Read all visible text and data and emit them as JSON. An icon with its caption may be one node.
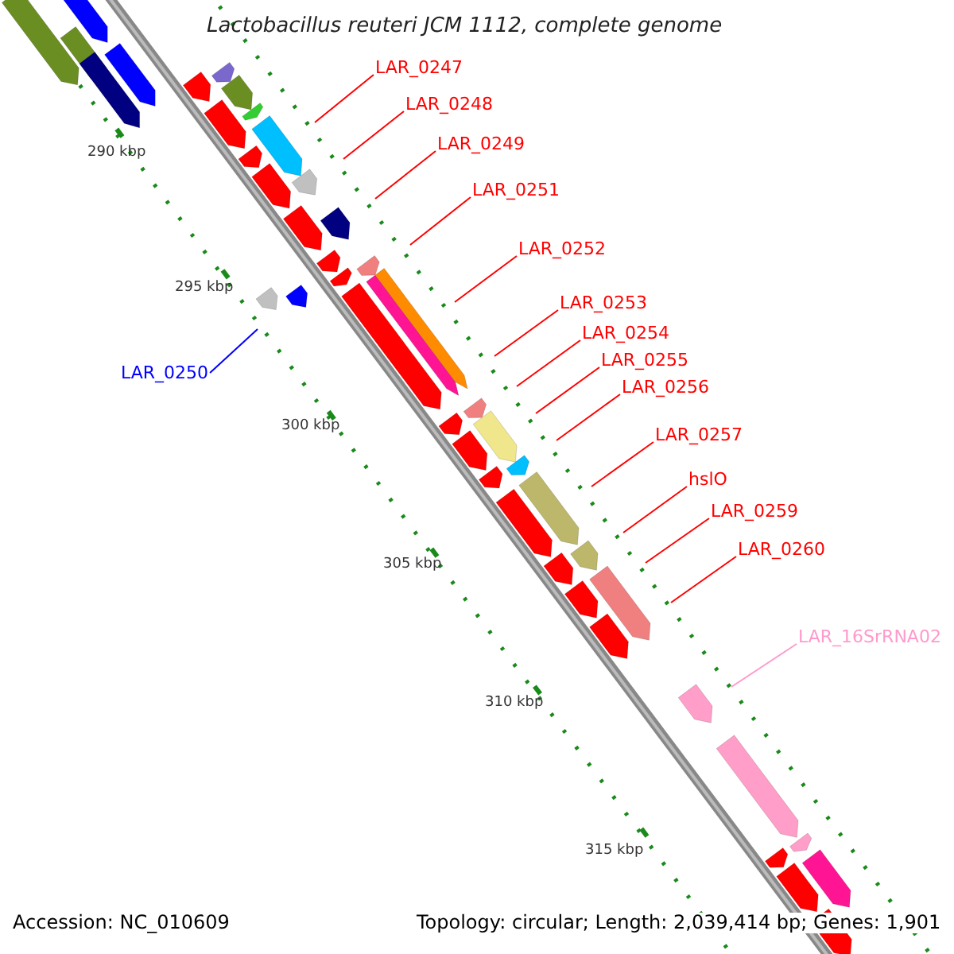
{
  "diagram": {
    "title": "Lactobacillus reuteri JCM 1112, complete genome",
    "nodes": [
      {
        "text": [
          "LAR_0247"
        ]
      },
      {
        "text": [
          "LAR_0248"
        ]
      },
      {
        "text": [
          "LAR_0249"
        ]
      },
      {
        "text": [
          "LAR_0251"
        ]
      },
      {
        "text": [
          "LAR_0252"
        ]
      },
      {
        "text": [
          "LAR_0253"
        ]
      },
      {
        "text": [
          "LAR_0254"
        ]
      },
      {
        "text": [
          "LAR_0255"
        ]
      },
      {
        "text": [
          "LAR_0250"
        ]
      },
      {
        "text": [
          "LAR_0256"
        ]
      },
      {
        "text": [
          "LAR_0257"
        ]
      },
      {
        "text": [
          "hslO"
        ]
      },
      {
        "text": [
          "LAR_0259"
        ]
      },
      {
        "text": [
          "LAR_0260"
        ]
      },
      {
        "text": [
          "LAR_16SrRNA02"
        ]
      }
    ],
    "edges": [
      {
        "from": 0,
        "to": null,
        "arrow": "none"
      },
      {
        "from": 1,
        "to": null,
        "arrow": "none"
      },
      {
        "from": 2,
        "to": null,
        "arrow": "none"
      },
      {
        "from": 3,
        "to": null,
        "arrow": "none"
      },
      {
        "from": 4,
        "to": null,
        "arrow": "none"
      },
      {
        "from": 5,
        "to": null,
        "arrow": "none"
      },
      {
        "from": 6,
        "to": null,
        "arrow": "none"
      },
      {
        "from": 7,
        "to": null,
        "arrow": "none"
      },
      {
        "from": 8,
        "to": null,
        "arrow": "none",
        "color": "#0000ff"
      },
      {
        "from": 9,
        "to": null,
        "arrow": "none"
      },
      {
        "from": 10,
        "to": null,
        "arrow": "none"
      },
      {
        "from": 11,
        "to": null,
        "arrow": "none"
      },
      {
        "from": 12,
        "to": null,
        "arrow": "none"
      },
      {
        "from": 13,
        "to": null,
        "arrow": "none"
      },
      {
        "from": 14,
        "to": null,
        "arrow": "none",
        "color": "#ff99cc"
      }
    ],
    "labels": [
      "290 kbp",
      "295 kbp",
      "300 kbp",
      "305 kbp",
      "310 kbp",
      "315 kbp",
      "Accession: NC_010609",
      "Topology: circular; Length: 2,039,414 bp; Genes: 1,901"
    ]
  }
}
